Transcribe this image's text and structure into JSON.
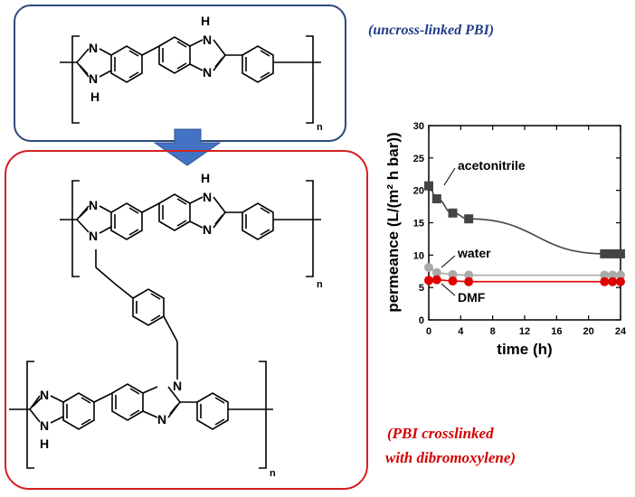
{
  "captions": {
    "top": "(uncross-linked PBI)",
    "bottom_line1": "(PBI crosslinked",
    "bottom_line2": "with dibromoxylene)"
  },
  "atoms": {
    "N": "N",
    "H": "H",
    "repeat_subscript": "n"
  },
  "colors": {
    "top_box_border": "#2e4a7a",
    "bottom_box_border": "#d42020",
    "arrow": "#4472c4",
    "caption_top": "#1f3c88",
    "caption_bottom": "#d40000"
  },
  "chart_data": {
    "type": "line",
    "xlabel": "time (h)",
    "ylabel": "permeance (L/(m² h bar))",
    "xlim": [
      0,
      24
    ],
    "ylim": [
      0,
      30
    ],
    "xticks": [
      0,
      4,
      8,
      12,
      16,
      20,
      24
    ],
    "yticks": [
      0,
      5,
      10,
      15,
      20,
      25,
      30
    ],
    "grid": false,
    "series": [
      {
        "name": "acetonitrile",
        "color": "#444444",
        "marker": "square",
        "x": [
          0,
          1,
          3,
          5,
          22,
          23,
          24
        ],
        "y": [
          20.7,
          18.7,
          16.5,
          15.6,
          10.2,
          10.2,
          10.2
        ]
      },
      {
        "name": "water",
        "color": "#aaaaaa",
        "marker": "circle",
        "x": [
          0,
          1,
          3,
          5,
          22,
          23,
          24
        ],
        "y": [
          8.1,
          7.3,
          7.0,
          6.9,
          6.9,
          6.9,
          6.9
        ]
      },
      {
        "name": "DMF",
        "color": "#e00000",
        "marker": "circle",
        "x": [
          0,
          1,
          3,
          5,
          22,
          23,
          24
        ],
        "y": [
          6.1,
          6.2,
          6.0,
          5.9,
          5.9,
          5.9,
          5.9
        ]
      }
    ]
  }
}
